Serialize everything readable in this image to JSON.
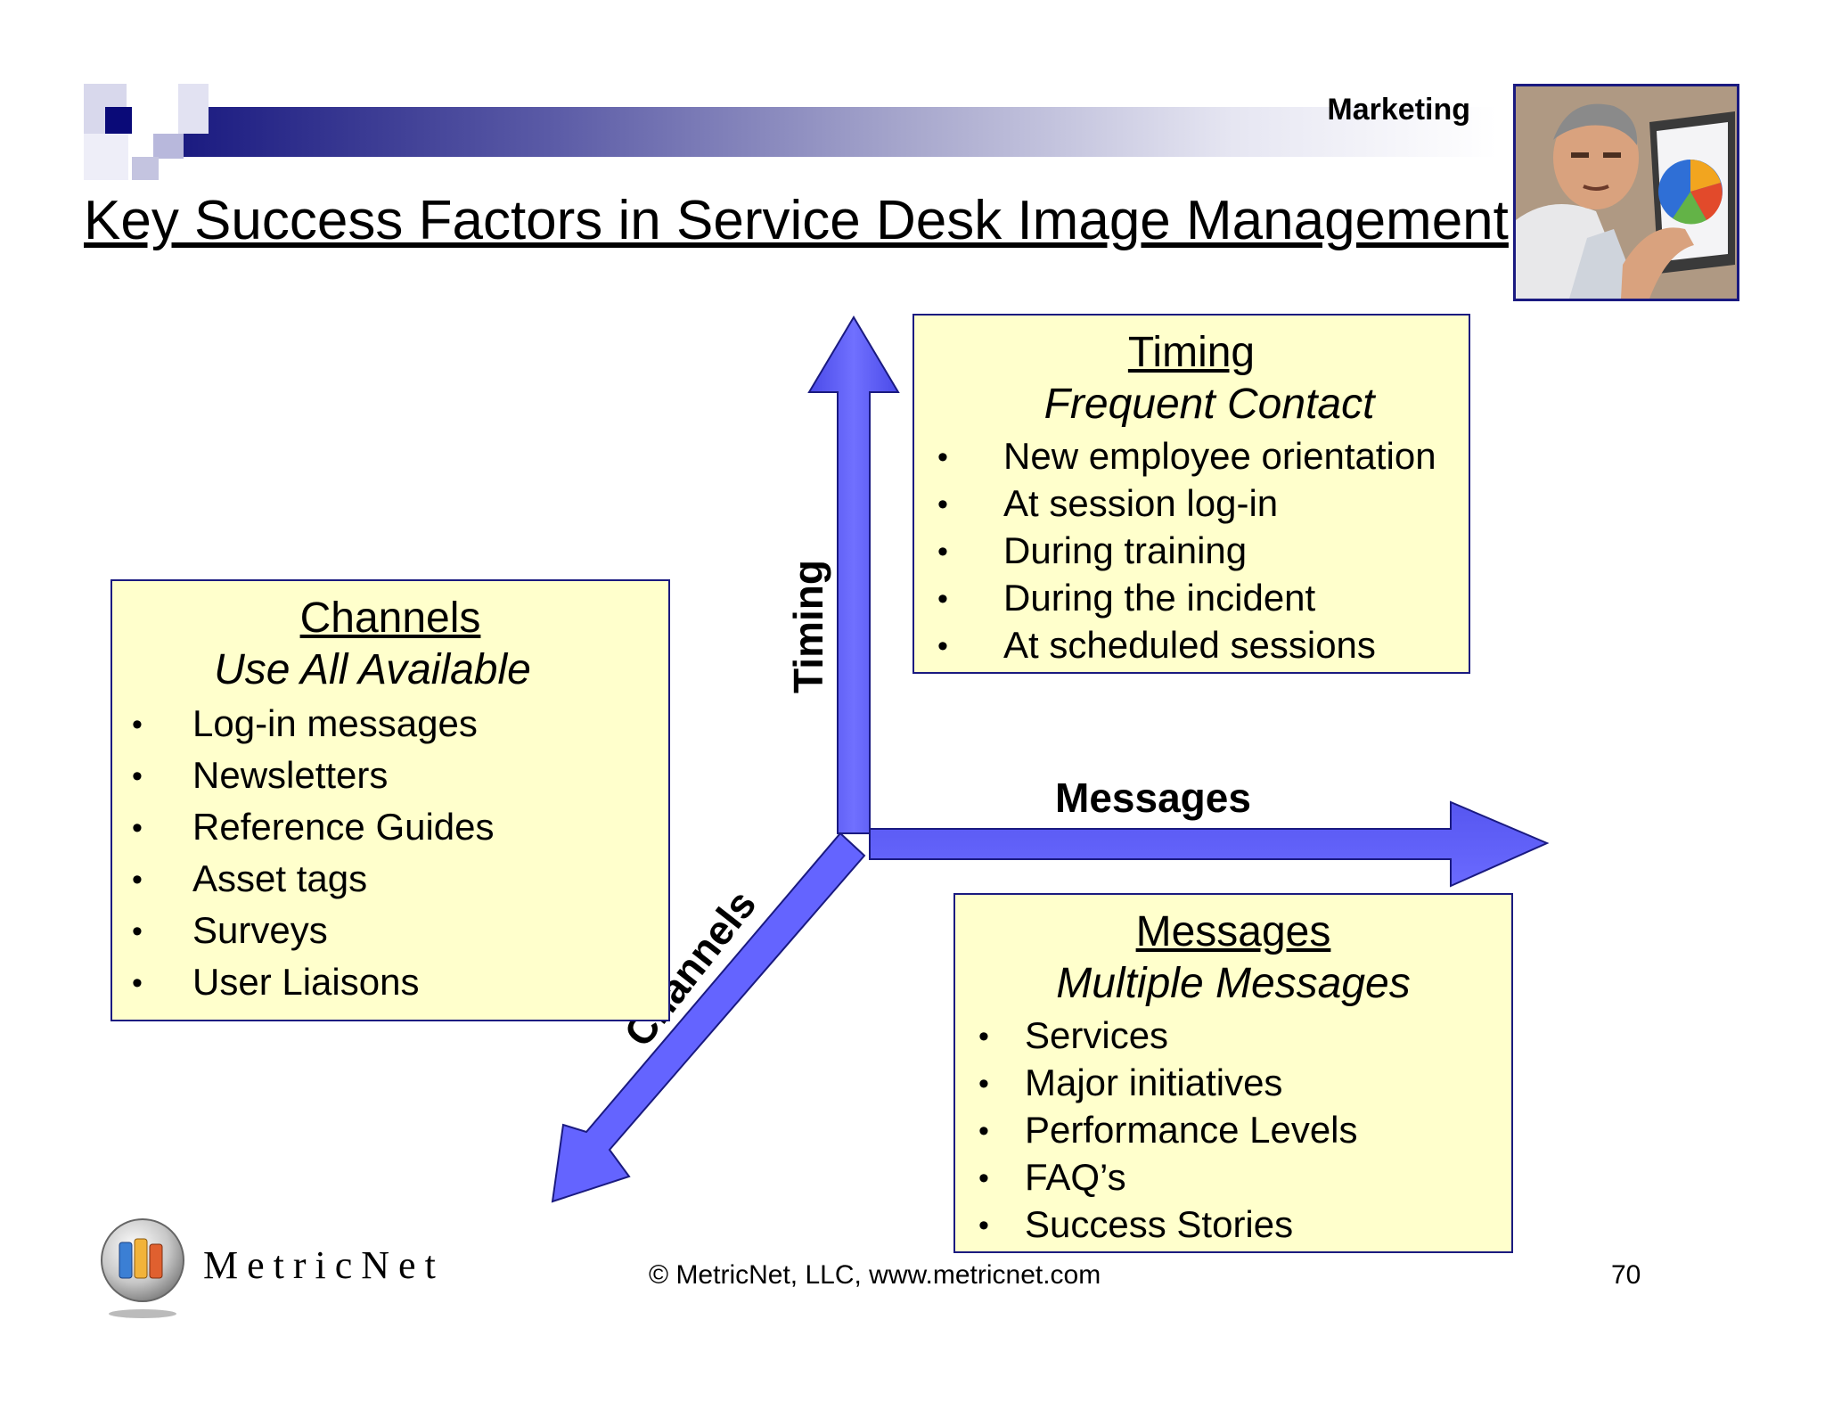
{
  "header": {
    "section": "Marketing",
    "title": "Key Success Factors in Service Desk Image Management"
  },
  "boxes": {
    "timing": {
      "heading": "Timing",
      "subheading": "Frequent Contact",
      "items": [
        "New employee orientation",
        "At session log-in",
        "During training",
        "During the incident",
        "At scheduled sessions"
      ]
    },
    "channels": {
      "heading": "Channels",
      "subheading": "Use All Available",
      "items": [
        "Log-in messages",
        "Newsletters",
        "Reference Guides",
        "Asset tags",
        "Surveys",
        "User Liaisons"
      ]
    },
    "messages": {
      "heading": "Messages",
      "subheading": "Multiple Messages",
      "items": [
        "Services",
        "Major initiatives",
        "Performance Levels",
        "FAQ’s",
        "Success Stories"
      ]
    }
  },
  "axes": {
    "vertical": "Timing",
    "horizontal": "Messages",
    "diagonal": "Channels"
  },
  "footer": {
    "brand": "MetricNet",
    "copyright": "© MetricNet, LLC, www.metricnet.com",
    "page_number": "70"
  },
  "colors": {
    "arrow_fill": "#6666ff",
    "box_fill": "#ffffcc",
    "border": "#1a1a80"
  }
}
